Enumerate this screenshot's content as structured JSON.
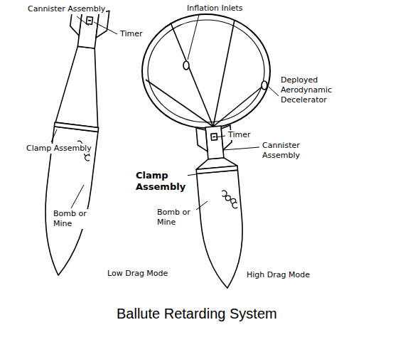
{
  "diagram": {
    "caption": "Ballute Retarding System",
    "labels": [
      "Cannister Assembly",
      "Timer",
      "Clamp Assembly",
      "Bomb or Mine",
      "Low Drag Mode",
      "Inflation Inlets",
      "Deployed Aerodynamic Decelerator",
      "Timer",
      "Cannister Assembly",
      "Clamp Assembly",
      "Bomb or Mine",
      "High Drag Mode"
    ]
  }
}
